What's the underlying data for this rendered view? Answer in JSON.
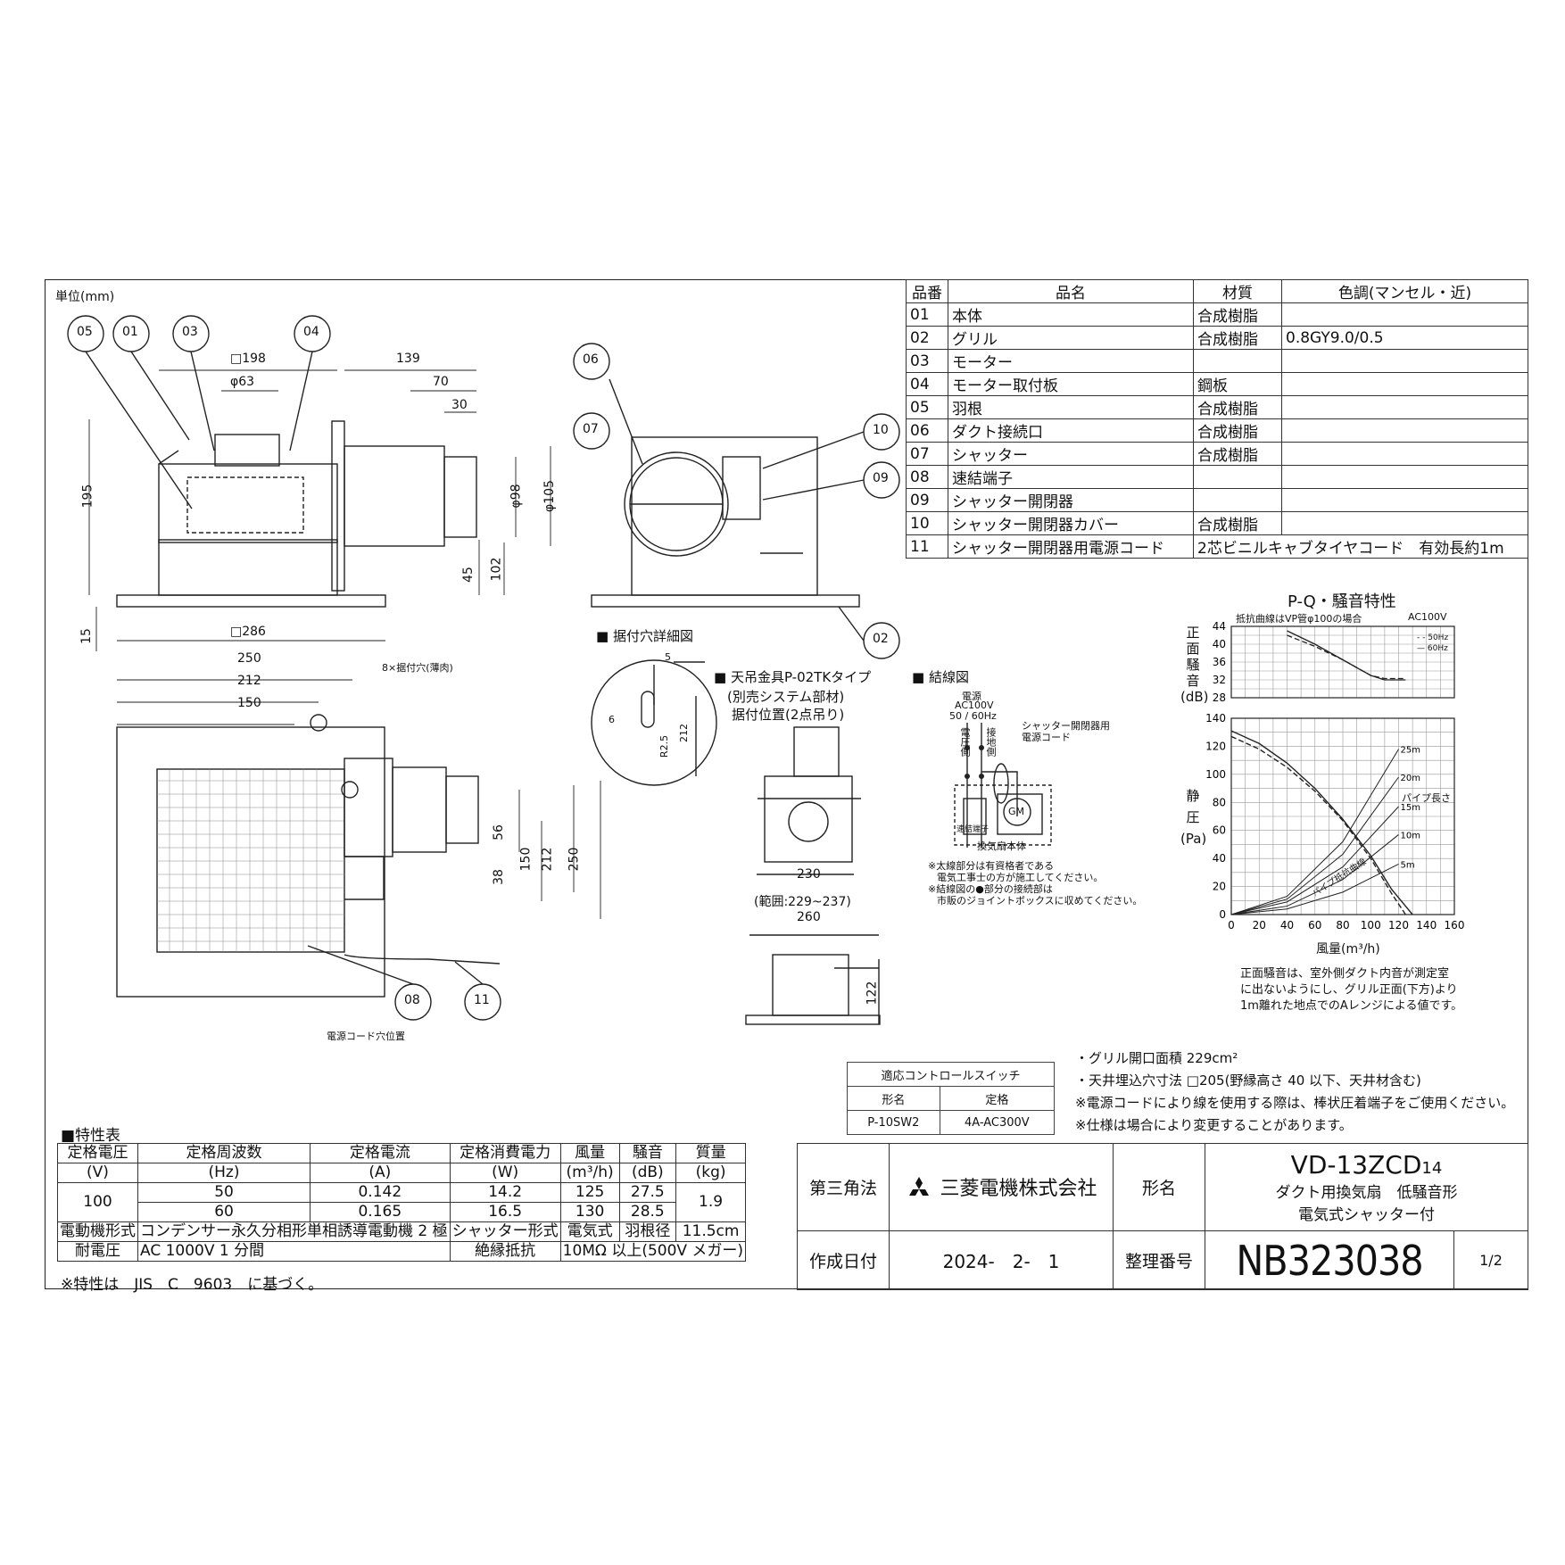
{
  "unit_label": "単位(mm)",
  "callouts": [
    "05",
    "01",
    "03",
    "04",
    "06",
    "07",
    "10",
    "09",
    "02",
    "08",
    "11"
  ],
  "dims": {
    "sq198": "□198",
    "phi63": "φ63",
    "d139": "139",
    "d70": "70",
    "d30": "30",
    "d195": "195",
    "phi98": "φ98",
    "phi105": "φ105",
    "d102": "102",
    "d45": "45",
    "d15": "15",
    "sq286": "□286",
    "d250": "250",
    "d212": "212",
    "d150": "150",
    "holes": "8×据付穴(薄肉)",
    "d56": "56",
    "d38": "38",
    "d150v": "150",
    "d212v": "212",
    "d250v": "250",
    "cord_hole": "電源コード穴位置",
    "d230": "230",
    "range": "(範囲:229~237)",
    "d260": "260",
    "d122": "122",
    "d5": "5",
    "d6": "6",
    "d212s": "212",
    "r25": "R2.5"
  },
  "sections": {
    "hole_detail": "据付穴詳細図",
    "hanger_title": "天吊金具P-02TKタイプ",
    "hanger_sub1": "(別売システム部材)",
    "hanger_sub2": "据付位置(2点吊り)",
    "wiring": "結線図"
  },
  "wiring": {
    "power": "電源",
    "ac": "AC100V",
    "hz": "50 / 60Hz",
    "voltage_side": "電圧側",
    "ground_side": "接地側",
    "cord": "シャッター開閉器用",
    "cord2": "電源コード",
    "gm": "GM",
    "terminal": "速結端子",
    "body": "換気扇本体",
    "note1": "※太線部分は有資格者である",
    "note2": "電気工事士の方が施工してください。",
    "note3": "※結線図の●部分の接続部は",
    "note4": "市販のジョイントボックスに収めてください。"
  },
  "parts_table": {
    "headers": [
      "品番",
      "品名",
      "材質",
      "色調(マンセル・近)"
    ],
    "rows": [
      [
        "01",
        "本体",
        "合成樹脂",
        ""
      ],
      [
        "02",
        "グリル",
        "合成樹脂",
        "0.8GY9.0/0.5"
      ],
      [
        "03",
        "モーター",
        "",
        ""
      ],
      [
        "04",
        "モーター取付板",
        "鋼板",
        ""
      ],
      [
        "05",
        "羽根",
        "合成樹脂",
        ""
      ],
      [
        "06",
        "ダクト接続口",
        "合成樹脂",
        ""
      ],
      [
        "07",
        "シャッター",
        "合成樹脂",
        ""
      ],
      [
        "08",
        "速結端子",
        "",
        ""
      ],
      [
        "09",
        "シャッター開閉器",
        "",
        ""
      ],
      [
        "10",
        "シャッター開閉器カバー",
        "合成樹脂",
        ""
      ],
      [
        "11",
        "シャッター開閉器用電源コード",
        "2芯ビニルキャブタイヤコード　有効長約1m",
        ""
      ]
    ]
  },
  "chart_data": [
    {
      "type": "line",
      "title": "P-Q・騒音特性",
      "subtitle": "抵抗曲線はVP管φ100の場合",
      "supply": "AC100V",
      "ylabel": "正面騒音(dB)",
      "ylim": [
        28,
        44
      ],
      "yticks": [
        "44",
        "40",
        "36",
        "32",
        "28"
      ],
      "xlim": [
        0,
        160
      ],
      "series": [
        {
          "name": "50Hz",
          "style": "dashed",
          "x": [
            40,
            60,
            80,
            100,
            110,
            125
          ],
          "values": [
            42,
            39.5,
            36.5,
            33,
            32.3,
            32.3
          ]
        },
        {
          "name": "60Hz",
          "style": "solid",
          "x": [
            40,
            60,
            80,
            100,
            110,
            125
          ],
          "values": [
            43,
            40,
            36.5,
            33,
            32,
            32
          ]
        }
      ]
    },
    {
      "type": "line",
      "ylabel": "静圧(Pa)",
      "xlabel": "風量(m³/h)",
      "ylim": [
        0,
        140
      ],
      "xlim": [
        0,
        160
      ],
      "yticks": [
        "140",
        "120",
        "100",
        "80",
        "60",
        "40",
        "20",
        "0"
      ],
      "xticks": [
        "0",
        "20",
        "40",
        "60",
        "80",
        "100",
        "120",
        "140",
        "160"
      ],
      "pipe_label": "パイプ長さ",
      "resistance_label": "パイプ抵抗曲線",
      "series": [
        {
          "name": "50Hz",
          "style": "dashed",
          "x": [
            0,
            20,
            40,
            60,
            80,
            100,
            115,
            125
          ],
          "values": [
            127,
            118,
            105,
            88,
            67,
            40,
            15,
            0
          ]
        },
        {
          "name": "60Hz",
          "style": "solid",
          "x": [
            0,
            20,
            40,
            60,
            80,
            100,
            115,
            130
          ],
          "values": [
            131,
            122,
            108,
            90,
            68,
            42,
            18,
            0
          ]
        }
      ],
      "resistance": [
        {
          "name": "25m",
          "x": [
            0,
            40,
            80,
            120
          ],
          "values": [
            0,
            13,
            52,
            118
          ]
        },
        {
          "name": "20m",
          "x": [
            0,
            40,
            80,
            120
          ],
          "values": [
            0,
            11,
            43,
            98
          ]
        },
        {
          "name": "15m",
          "x": [
            0,
            40,
            80,
            120
          ],
          "values": [
            0,
            9,
            34,
            77
          ]
        },
        {
          "name": "10m",
          "x": [
            0,
            40,
            80,
            120
          ],
          "values": [
            0,
            6,
            25,
            57
          ]
        },
        {
          "name": "5m",
          "x": [
            0,
            40,
            80,
            120
          ],
          "values": [
            0,
            4,
            16,
            36
          ]
        }
      ]
    }
  ],
  "chart_note": [
    "正面騒音は、室外側ダクト内音が測定室",
    "に出ないようにし、グリル正面(下方)より",
    "1m離れた地点でのAレンジによる値です。"
  ],
  "control_switch": {
    "title": "適応コントロールスイッチ",
    "h1": "形名",
    "h2": "定格",
    "v1": "P-10SW2",
    "v2": "4A-AC300V"
  },
  "notes": [
    "・グリル開口面積 229cm²",
    "・天井埋込穴寸法 □205(野縁高さ 40 以下、天井材含む)",
    "※電源コードにより線を使用する際は、棒状圧着端子をご使用ください。",
    "※仕様は場合により変更することがあります。"
  ],
  "spec": {
    "title": "■特性表",
    "headers": [
      "定格電圧",
      "定格周波数",
      "定格電流",
      "定格消費電力",
      "風量",
      "騒音",
      "質量"
    ],
    "units": [
      "(V)",
      "(Hz)",
      "(A)",
      "(W)",
      "(m³/h)",
      "(dB)",
      "(kg)"
    ],
    "voltage": "100",
    "mass": "1.9",
    "rows": [
      [
        "50",
        "0.142",
        "14.2",
        "125",
        "27.5"
      ],
      [
        "60",
        "0.165",
        "16.5",
        "130",
        "28.5"
      ]
    ],
    "motor_label": "電動機形式",
    "motor": "コンデンサー永久分相形単相誘導電動機 2 極",
    "shutter_label": "シャッター形式",
    "shutter": "電気式",
    "blade_label": "羽根径",
    "blade": "11.5cm",
    "withstand_label": "耐電圧",
    "withstand": "AC 1000V 1 分間",
    "insul_label": "絶縁抵抗",
    "insul": "10MΩ 以上(500V メガー)",
    "footnote": "※特性は　JIS　C　9603　に基づく。"
  },
  "title_block": {
    "projection": "第三角法",
    "company": "三菱電機株式会社",
    "model_label": "形名",
    "model": "VD-13ZCD",
    "model_suffix": "14",
    "desc1": "ダクト用換気扇　低騒音形",
    "desc2": "電気式シャッター付",
    "date_label": "作成日付",
    "date": "2024-　2-　1",
    "num_label": "整理番号",
    "number": "NB323038",
    "page": "1/2"
  }
}
